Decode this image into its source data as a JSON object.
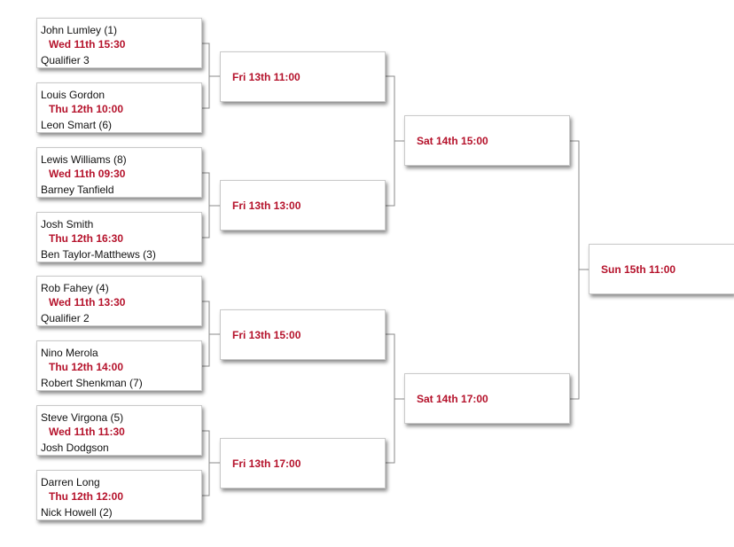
{
  "round1": [
    {
      "player1": "John Lumley (1)",
      "time": "Wed 11th 15:30",
      "player2": "Qualifier 3"
    },
    {
      "player1": "Louis Gordon",
      "time": "Thu 12th 10:00",
      "player2": "Leon Smart (6)"
    },
    {
      "player1": "Lewis Williams (8)",
      "time": "Wed 11th 09:30",
      "player2": "Barney Tanfield"
    },
    {
      "player1": "Josh Smith",
      "time": "Thu 12th 16:30",
      "player2": "Ben Taylor-Matthews (3)"
    },
    {
      "player1": "Rob Fahey (4)",
      "time": "Wed 11th 13:30",
      "player2": "Qualifier 2"
    },
    {
      "player1": "Nino Merola",
      "time": "Thu 12th 14:00",
      "player2": "Robert Shenkman (7)"
    },
    {
      "player1": "Steve Virgona (5)",
      "time": "Wed 11th 11:30",
      "player2": "Josh Dodgson"
    },
    {
      "player1": "Darren Long",
      "time": "Thu 12th 12:00",
      "player2": "Nick Howell (2)"
    }
  ],
  "round2": [
    "Fri 13th 11:00",
    "Fri 13th 13:00",
    "Fri 13th 15:00",
    "Fri 13th 17:00"
  ],
  "round3": [
    "Sat 14th 15:00",
    "Sat 14th 17:00"
  ],
  "final": "Sun 15th 11:00",
  "colors": {
    "time": "#b5122b",
    "line": "#888888"
  }
}
